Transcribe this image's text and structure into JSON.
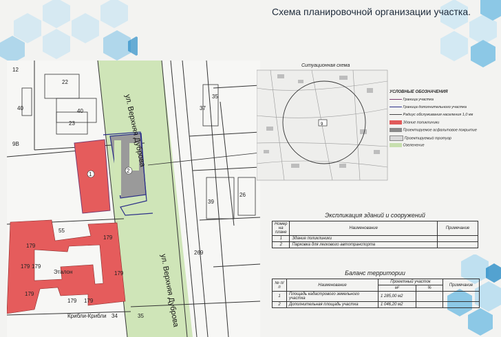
{
  "title": "Схема планировочной организации участка.",
  "streets": {
    "upper": "ул. Верхняя Дуброва",
    "lower": "ул. Верхняя Дуброва"
  },
  "plan_labels": {
    "n12": "12",
    "n40a": "40",
    "n22": "22",
    "n40b": "40",
    "n23": "23",
    "n9b": "9В",
    "n37": "37",
    "n35": "35",
    "n39": "39",
    "n26": "26",
    "n55": "55",
    "n269": "269",
    "n34": "34",
    "n35b": "35",
    "building1": "1",
    "parking2": "2",
    "eton": "Эталон",
    "kribli": "Крибли-Крибли",
    "b179": [
      "179",
      "179",
      "179",
      "179",
      "179",
      "179",
      "179",
      "179"
    ]
  },
  "situational": {
    "title": "Ситуационная схема",
    "marker": "9"
  },
  "legend": {
    "title": "УСЛОВНЫЕ ОБОЗНАЧЕНИЯ",
    "items": [
      "Граница участка",
      "Граница дополнительного участка",
      "Радиус обслуживания населения 1,0 км",
      "Здание поликлиники",
      "Проектируемое асфальтовое покрытие",
      "Проектируемый тротуар",
      "Озеленение"
    ],
    "colors": {
      "site_border": "#7a3b6e",
      "extra_border": "#2b2f88",
      "radius": "#444444",
      "building": "#e05a5a",
      "asphalt": "#8a8a8a",
      "sidewalk": "#d9d9d9",
      "green": "#c7dfae"
    }
  },
  "explication": {
    "caption": "Экспликация зданий и сооружений",
    "headers": [
      "Номер на плане",
      "Наименование",
      "Примечание"
    ],
    "rows": [
      [
        "1",
        "Здание поликлиники",
        ""
      ],
      [
        "2",
        "Парковка для легкового автотранспорта",
        ""
      ]
    ]
  },
  "balance": {
    "caption": "Баланс территории",
    "headers": {
      "num": "№ п/п",
      "name": "Наименование",
      "project": "Проектный участок",
      "m2": "м²",
      "pct": "%",
      "note": "Примечание"
    },
    "rows": [
      {
        "num": "1",
        "name": "Площадь кадастрового земельного участка",
        "m2": "1 285,00 м2",
        "pct": "",
        "note": ""
      },
      {
        "num": "2",
        "name": "Дополнительная площадь участка",
        "m2": "1 046,20 м2",
        "pct": "",
        "note": ""
      }
    ]
  },
  "colors": {
    "hex_light": "#d6ebf4",
    "hex_mid": "#8cc8e6",
    "hex_dark": "#2b8dc8",
    "road_green": "#cfe5b8",
    "building_red": "#e55c5c"
  }
}
